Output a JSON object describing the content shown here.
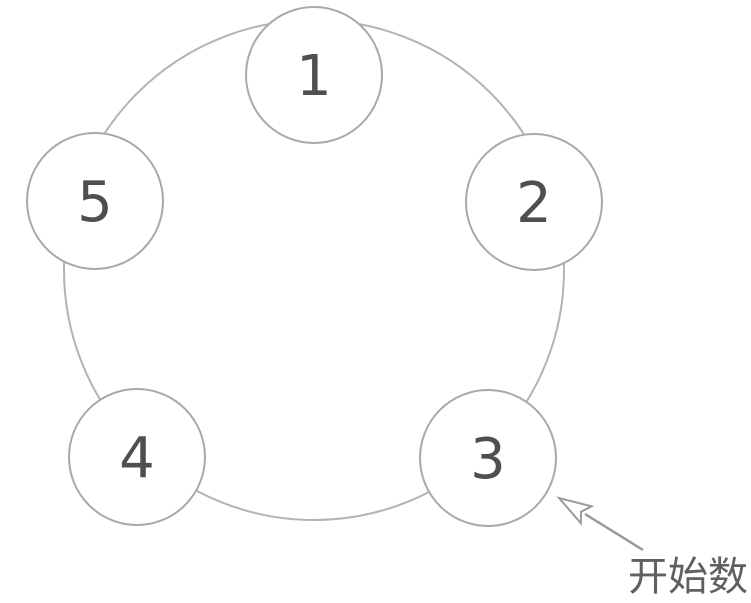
{
  "figure": {
    "description": "Counting circle diagram with five numbered nodes on a ring; an arrow marks where counting starts",
    "background": "#ffffff"
  },
  "colors": {
    "ring_stroke": "#b3b3b3",
    "node_stroke": "#a9a9a9",
    "node_fill": "#ffffff",
    "number_color": "#4f4f4f",
    "arrow_color": "#9a9a9a",
    "annotation_color": "#606060"
  },
  "diagram": {
    "type": "cycle",
    "nodes": [
      {
        "label": "1",
        "position": "top"
      },
      {
        "label": "2",
        "position": "upper-right"
      },
      {
        "label": "3",
        "position": "lower-right"
      },
      {
        "label": "4",
        "position": "lower-left"
      },
      {
        "label": "5",
        "position": "upper-left"
      }
    ],
    "annotation": {
      "label": "开始数",
      "points_to_node": "3"
    }
  }
}
